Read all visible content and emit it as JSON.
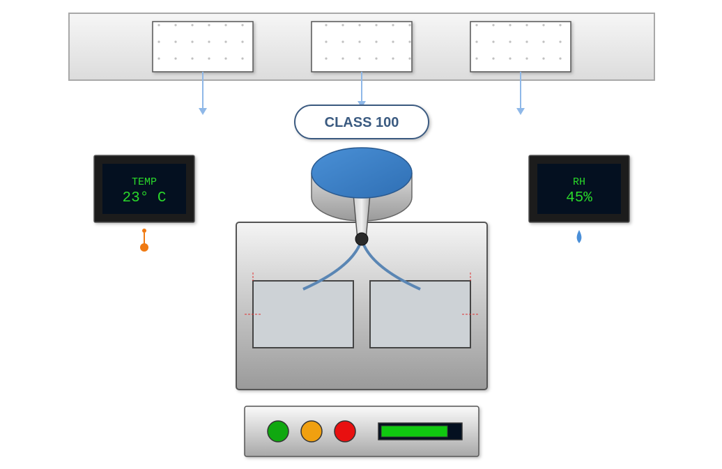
{
  "badge": {
    "label": "CLASS 100"
  },
  "temp_display": {
    "label": "TEMP",
    "value": "23° C"
  },
  "rh_display": {
    "label": "RH",
    "value": "45%"
  },
  "filter_count": 3,
  "control_panel": {
    "lights": [
      "green",
      "orange",
      "red"
    ],
    "level": 0.85
  },
  "colors": {
    "lcd_text": "#2ad82a",
    "airflow": "#8fb8e8",
    "wafer": "#3f82c8",
    "temp_icon": "#f07a12",
    "rh_icon": "#4a8fd8",
    "light_green": "#10a810",
    "light_orange": "#f0a010",
    "light_red": "#e81010",
    "badge_text": "#3a5a80"
  }
}
